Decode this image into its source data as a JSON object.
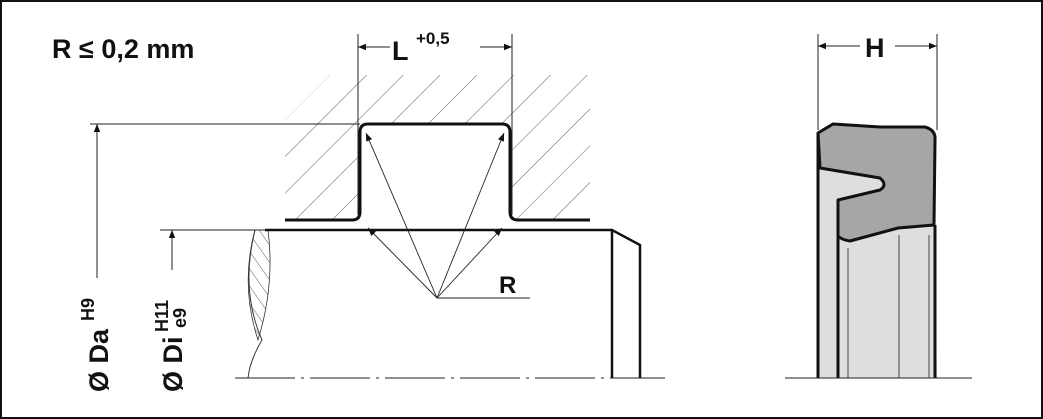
{
  "radius_note": "R ≤ 0,2 mm",
  "groove_length": {
    "label": "L",
    "tolerance": "+0,5"
  },
  "seal_height": {
    "label": "H"
  },
  "radius_label": "R",
  "outer_diameter": {
    "label": "Ø Da",
    "tolerance": "H9"
  },
  "inner_diameter": {
    "label": "Ø Di",
    "tolerance_upper": "H11",
    "tolerance_lower": "e9"
  },
  "colors": {
    "seal_dark": "#a6a6a6",
    "seal_light": "#dedede",
    "line": "#111111"
  }
}
